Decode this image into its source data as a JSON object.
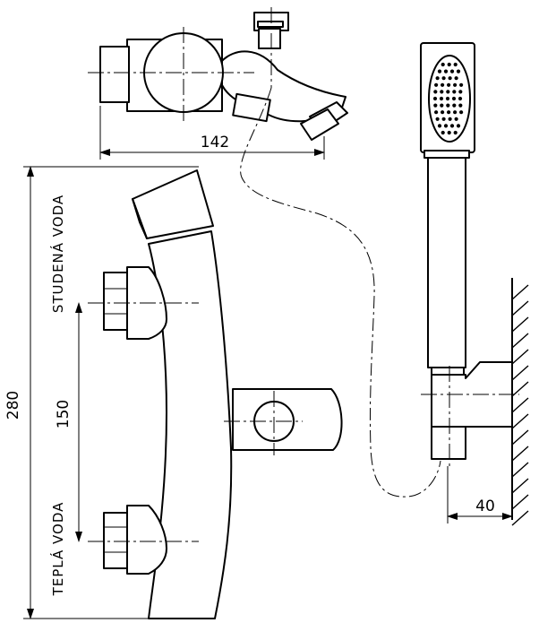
{
  "dimensions": {
    "top_width": "142",
    "total_height": "280",
    "inlet_spacing": "150",
    "wall_offset": "40"
  },
  "labels": {
    "cold_water": "STUDENÁ VODA",
    "hot_water": "TEPLÁ VODA"
  },
  "icons": [
    "arrow-head-icon",
    "wall-hatch-icon",
    "shower-head-holes-icon"
  ]
}
